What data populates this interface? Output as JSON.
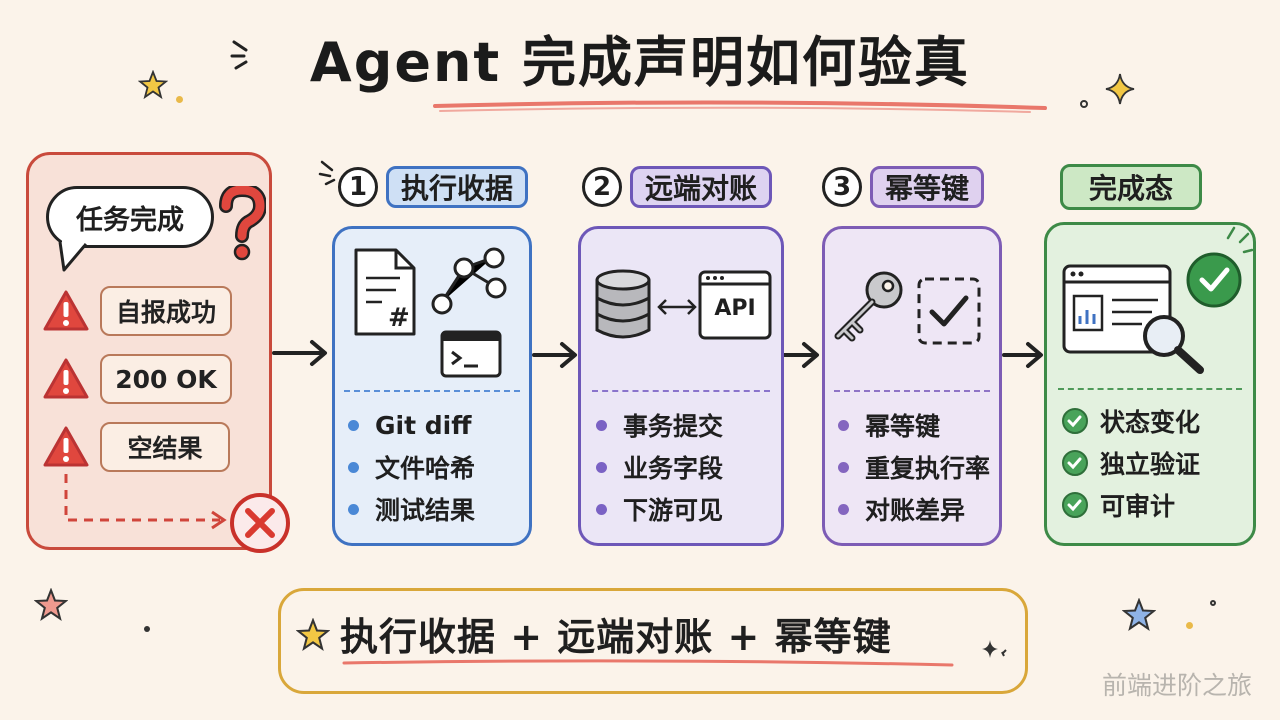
{
  "title": "Agent 完成声明如何验真",
  "left": {
    "bubble": "任务完成",
    "warnings": [
      "自报成功",
      "200 OK",
      "空结果"
    ]
  },
  "stages": [
    {
      "num": "1",
      "label": "执行收据",
      "icons": [
        "document-icon",
        "graph-icon",
        "terminal-icon"
      ],
      "items": [
        "Git diff",
        "文件哈希",
        "测试结果"
      ],
      "colors": {
        "border": "#3f72c2",
        "fill": "#e6eef9",
        "tag": "#cfe0f5",
        "dot": "#4a88d6"
      }
    },
    {
      "num": "2",
      "label": "远端对账",
      "icons": [
        "database-icon",
        "sync-arrows-icon",
        "api-window-icon"
      ],
      "api_text": "API",
      "items": [
        "事务提交",
        "业务字段",
        "下游可见"
      ],
      "colors": {
        "border": "#6d57b8",
        "fill": "#ebe6f6",
        "tag": "#ddd3f1",
        "dot": "#7a62c4"
      }
    },
    {
      "num": "3",
      "label": "幂等键",
      "icons": [
        "key-icon",
        "dashed-checkbox-icon"
      ],
      "items": [
        "幂等键",
        "重复执行率",
        "对账差异"
      ],
      "colors": {
        "border": "#7d5cb5",
        "fill": "#eee6f5",
        "tag": "#dfd1ef",
        "dot": "#8466bf"
      }
    }
  ],
  "final": {
    "label": "完成态",
    "icons": [
      "dashboard-window-icon",
      "magnifier-icon",
      "check-circle-icon"
    ],
    "items": [
      "状态变化",
      "独立验证",
      "可审计"
    ],
    "colors": {
      "border": "#3d8a47",
      "fill": "#e3f1df",
      "tag": "#cde8c5"
    }
  },
  "formula": "执行收据 + 远端对账 + 幂等键",
  "watermark": "前端进阶之旅"
}
